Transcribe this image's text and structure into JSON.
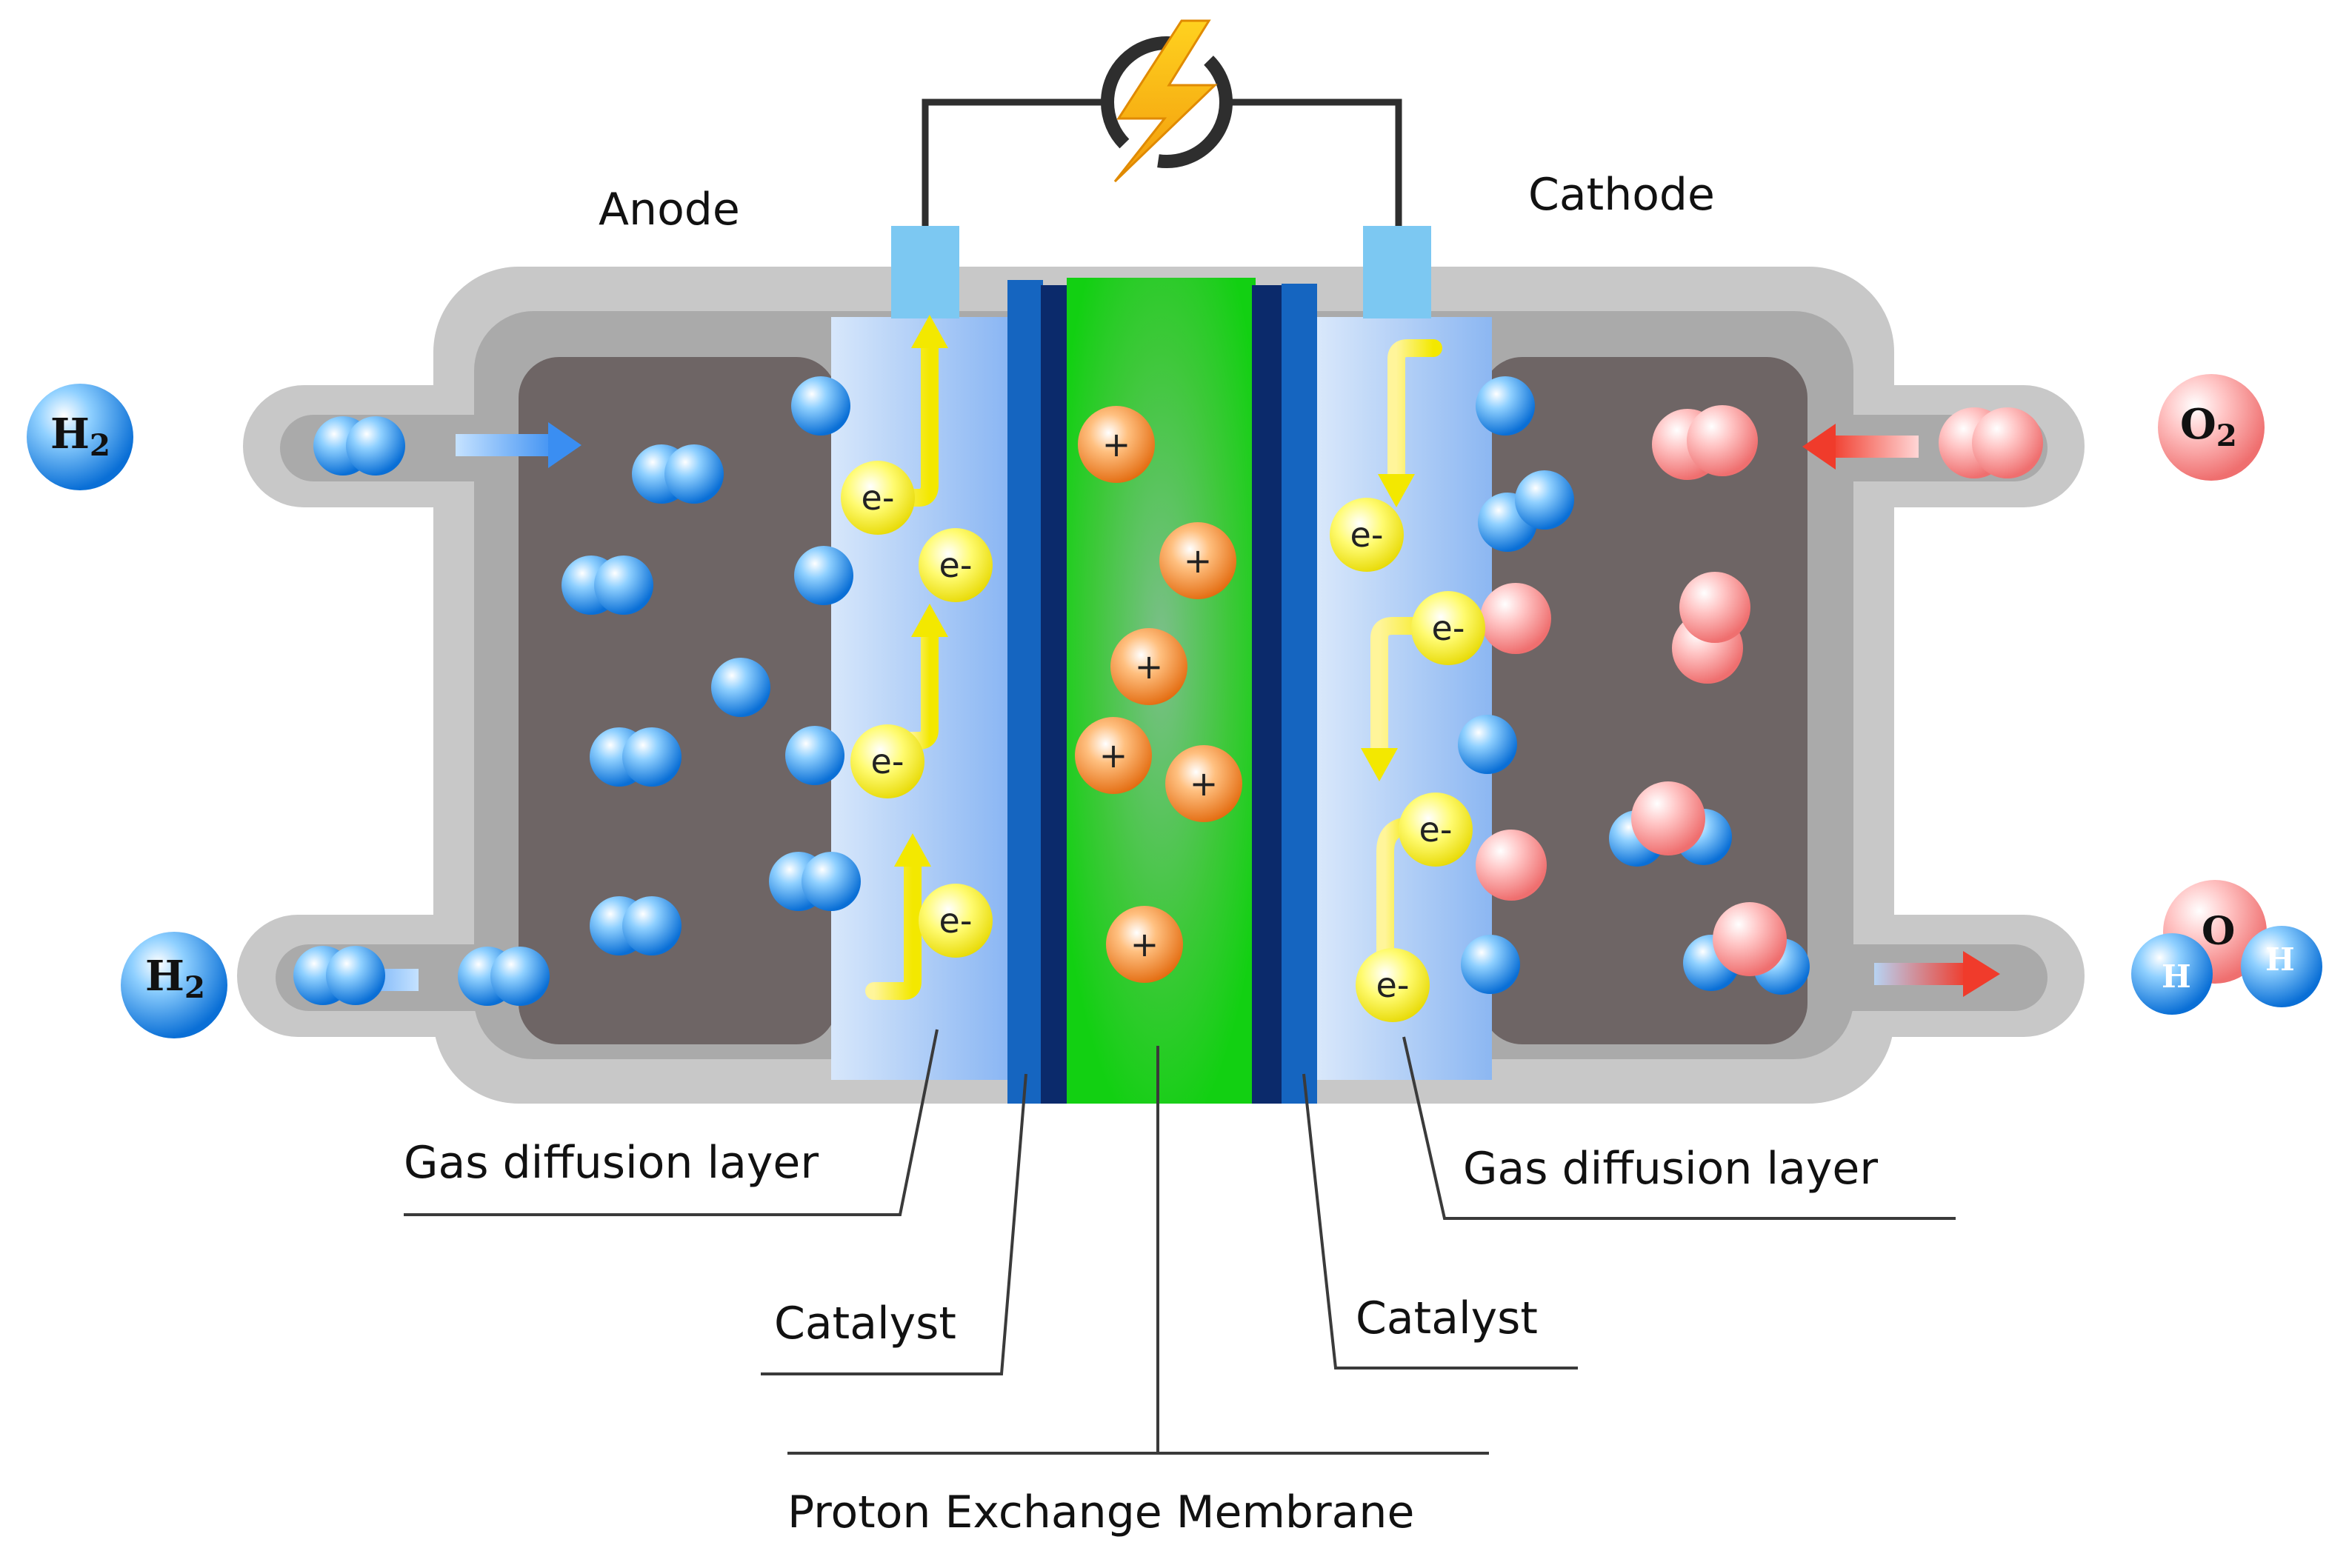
{
  "labels": {
    "anode": "Anode",
    "cathode": "Cathode",
    "gdl_left": "Gas diffusion layer",
    "gdl_right": "Gas diffusion layer",
    "catalyst_left": "Catalyst",
    "catalyst_right": "Catalyst",
    "membrane": "Proton Exchange Membrane"
  },
  "species": {
    "h2_in": {
      "symbol": "H",
      "subscript": "2"
    },
    "h2_out": {
      "symbol": "H",
      "subscript": "2"
    },
    "o2_in": {
      "symbol": "O",
      "subscript": "2"
    },
    "water": {
      "o": "O",
      "h": "H"
    }
  },
  "particle_labels": {
    "electron": "e-",
    "proton": "+"
  },
  "icons": {
    "power": "lightning-bolt-icon",
    "flow_in_left": "arrow-right-icon",
    "flow_out_left": "arrow-left-icon",
    "flow_in_right": "arrow-left-icon",
    "flow_out_right": "arrow-right-icon"
  },
  "colors": {
    "hydrogen": "#1e88e5",
    "oxygen": "#f28b8b",
    "electron": "#f4f000",
    "proton": "#f07818",
    "membrane": "#16c916",
    "catalyst": "#0d47a1",
    "electrode": "#6e6565",
    "housing": "#c8c8c8",
    "terminal": "#7cc8f2"
  }
}
